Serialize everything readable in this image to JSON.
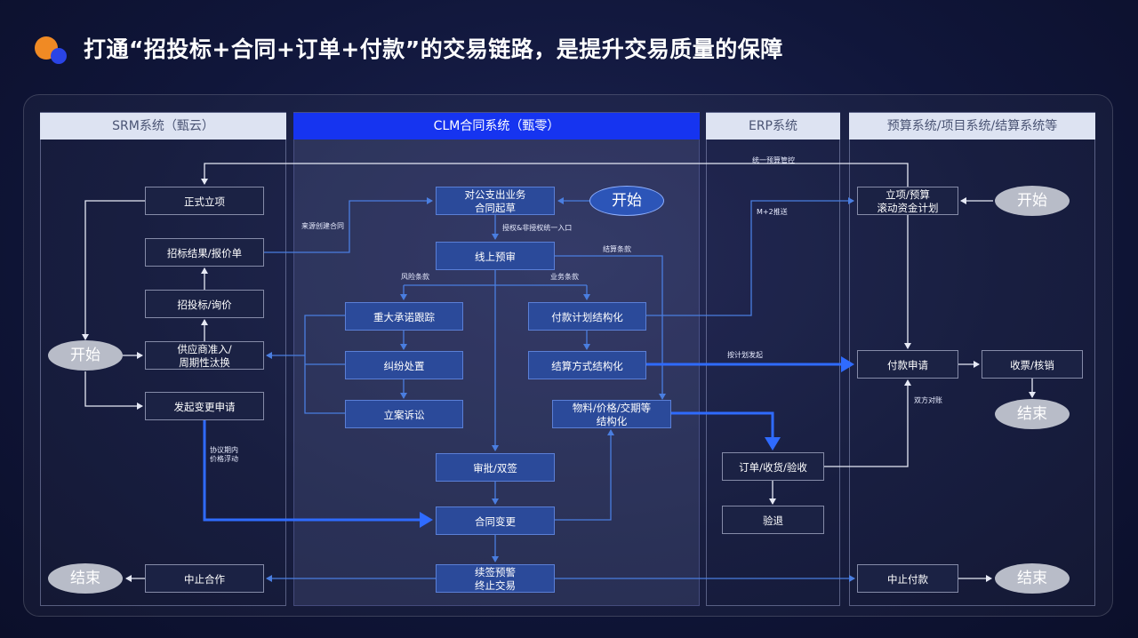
{
  "title": "打通“招投标+合同+订单+付款”的交易链路，是提升交易质量的保障",
  "columns": {
    "srm": "SRM系统（甄云）",
    "clm": "CLM合同系统（甄零）",
    "erp": "ERP系统",
    "budget": "预算系统/项目系统/结算系统等"
  },
  "srm": {
    "project": "正式立项",
    "bid_result": "招标结果/报价单",
    "bidding": "招投标/询价",
    "supplier_1": "供应商准入/",
    "supplier_2": "周期性汰换",
    "change_req": "发起变更申请",
    "stop": "中止合作",
    "start": "开始",
    "end": "结束"
  },
  "clm": {
    "draft_1": "对公支出业务",
    "draft_2": "合同起草",
    "review": "线上预审",
    "commitment": "重大承诺跟踪",
    "dispute": "纠纷处置",
    "litigation": "立案诉讼",
    "pay_plan": "付款计划结构化",
    "settle_method": "结算方式结构化",
    "material_1": "物料/价格/交期等",
    "material_2": "结构化",
    "approval": "审批/双签",
    "change": "合同变更",
    "renew_1": "续签预警",
    "renew_2": "终止交易",
    "start": "开始"
  },
  "erp": {
    "order": "订单/收货/验收",
    "return": "验退"
  },
  "budget": {
    "project_1": "立项/预算",
    "project_2": "滚动资金计划",
    "pay_apply": "付款申请",
    "invoice": "收票/核销",
    "stop_pay": "中止付款",
    "start": "开始",
    "end_top": "结束",
    "end_bottom": "结束"
  },
  "edge_labels": {
    "unified_budget": "统一预算管控",
    "source_contract": "来源创建合同",
    "auth_entry": "授权&非授权统一入口",
    "settle_terms": "结算条款",
    "risk_terms": "风险条款",
    "business_terms": "业务条款",
    "m2_push": "M+2推送",
    "plan_initiate": "按计划发起",
    "reconcile": "双方对账",
    "price_float_1": "协议期内",
    "price_float_2": "价格浮动"
  },
  "colors": {
    "accent_blue": "#2f6bff",
    "line_blue": "#4a7ee0",
    "line_white": "#e6e9f5",
    "clm_header": "#1634f0",
    "header_bg": "#dde3f2",
    "orange": "#f08a24"
  }
}
